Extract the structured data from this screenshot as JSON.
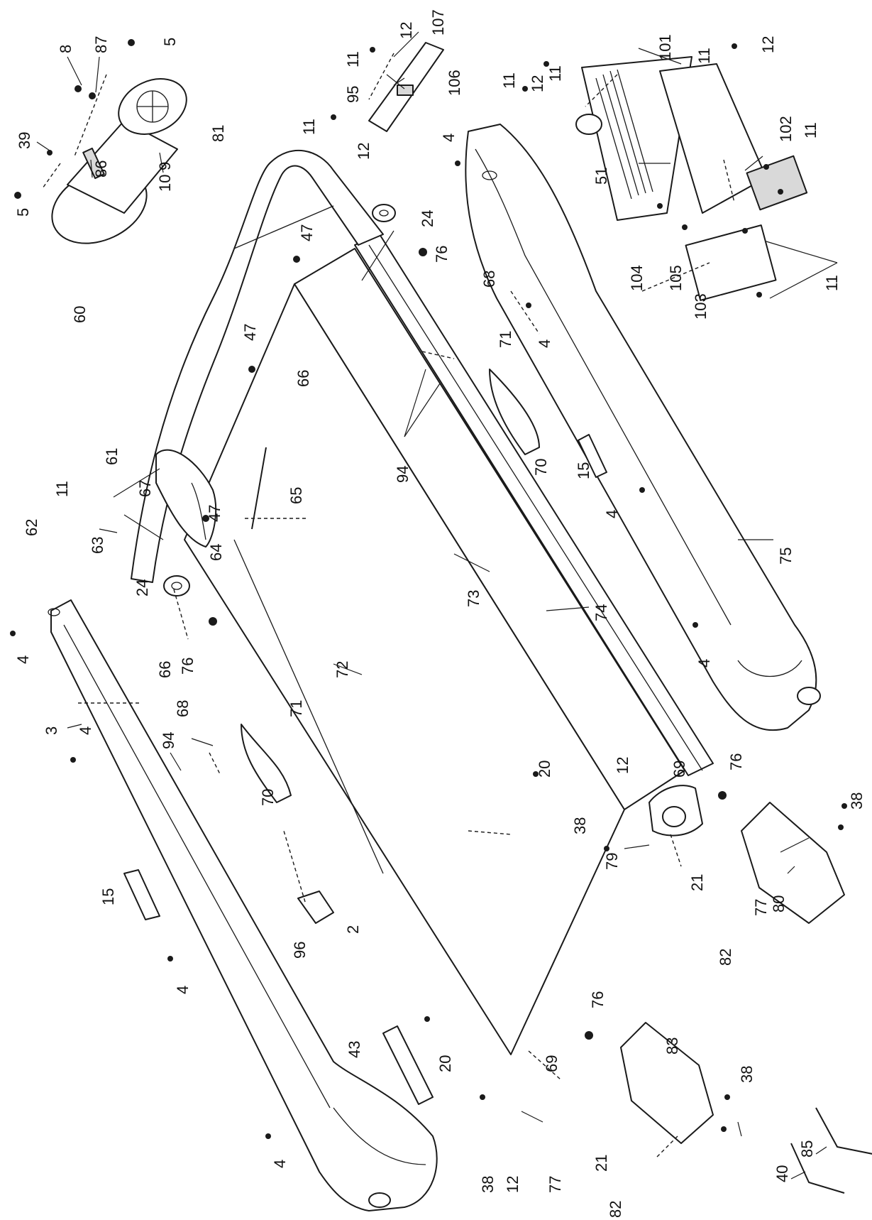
{
  "callouts": [
    {
      "id": "c5a",
      "text": "5"
    },
    {
      "id": "c5b",
      "text": "5"
    },
    {
      "id": "c8",
      "text": "8"
    },
    {
      "id": "c87",
      "text": "87"
    },
    {
      "id": "c39",
      "text": "39"
    },
    {
      "id": "c86",
      "text": "86"
    },
    {
      "id": "c9",
      "text": "9"
    },
    {
      "id": "c10",
      "text": "10"
    },
    {
      "id": "c81",
      "text": "81"
    },
    {
      "id": "c11a",
      "text": "11"
    },
    {
      "id": "c12a",
      "text": "12"
    },
    {
      "id": "c107",
      "text": "107"
    },
    {
      "id": "c95",
      "text": "95"
    },
    {
      "id": "c106",
      "text": "106"
    },
    {
      "id": "c11b",
      "text": "11"
    },
    {
      "id": "c12b",
      "text": "12"
    },
    {
      "id": "c11c",
      "text": "11"
    },
    {
      "id": "c12c",
      "text": "12"
    },
    {
      "id": "c11d",
      "text": "11"
    },
    {
      "id": "c101",
      "text": "101"
    },
    {
      "id": "c11e",
      "text": "11"
    },
    {
      "id": "c12d",
      "text": "12"
    },
    {
      "id": "c102",
      "text": "102"
    },
    {
      "id": "c11f",
      "text": "11"
    },
    {
      "id": "c51",
      "text": "51"
    },
    {
      "id": "c104",
      "text": "104"
    },
    {
      "id": "c105",
      "text": "105"
    },
    {
      "id": "c103",
      "text": "103"
    },
    {
      "id": "c11g",
      "text": "11"
    },
    {
      "id": "c4a",
      "text": "4"
    },
    {
      "id": "c4b",
      "text": "4"
    },
    {
      "id": "c4c",
      "text": "4"
    },
    {
      "id": "c4d",
      "text": "4"
    },
    {
      "id": "c4e",
      "text": "4"
    },
    {
      "id": "c4f",
      "text": "4"
    },
    {
      "id": "c4g",
      "text": "4"
    },
    {
      "id": "c4h",
      "text": "4"
    },
    {
      "id": "c24a",
      "text": "24"
    },
    {
      "id": "c24b",
      "text": "24"
    },
    {
      "id": "c76a",
      "text": "76"
    },
    {
      "id": "c76b",
      "text": "76"
    },
    {
      "id": "c76c",
      "text": "76"
    },
    {
      "id": "c76d",
      "text": "76"
    },
    {
      "id": "c68a",
      "text": "68"
    },
    {
      "id": "c68b",
      "text": "68"
    },
    {
      "id": "c71a",
      "text": "71"
    },
    {
      "id": "c71b",
      "text": "71"
    },
    {
      "id": "c47a",
      "text": "47"
    },
    {
      "id": "c47b",
      "text": "47"
    },
    {
      "id": "c47c",
      "text": "47"
    },
    {
      "id": "c60",
      "text": "60"
    },
    {
      "id": "c66a",
      "text": "66"
    },
    {
      "id": "c66b",
      "text": "66"
    },
    {
      "id": "c61",
      "text": "61"
    },
    {
      "id": "c65",
      "text": "65"
    },
    {
      "id": "c64",
      "text": "64"
    },
    {
      "id": "c67",
      "text": "67"
    },
    {
      "id": "c62",
      "text": "62"
    },
    {
      "id": "c63",
      "text": "63"
    },
    {
      "id": "c11h",
      "text": "11"
    },
    {
      "id": "c94a",
      "text": "94"
    },
    {
      "id": "c94b",
      "text": "94"
    },
    {
      "id": "c70a",
      "text": "70"
    },
    {
      "id": "c70b",
      "text": "70"
    },
    {
      "id": "c15a",
      "text": "15"
    },
    {
      "id": "c15b",
      "text": "15"
    },
    {
      "id": "c73",
      "text": "73"
    },
    {
      "id": "c74",
      "text": "74"
    },
    {
      "id": "c75",
      "text": "75"
    },
    {
      "id": "c72",
      "text": "72"
    },
    {
      "id": "c3",
      "text": "3"
    },
    {
      "id": "c20a",
      "text": "20"
    },
    {
      "id": "c20b",
      "text": "20"
    },
    {
      "id": "c12e",
      "text": "12"
    },
    {
      "id": "c12f",
      "text": "12"
    },
    {
      "id": "c69a",
      "text": "69"
    },
    {
      "id": "c69b",
      "text": "69"
    },
    {
      "id": "c38a",
      "text": "38"
    },
    {
      "id": "c38b",
      "text": "38"
    },
    {
      "id": "c38c",
      "text": "38"
    },
    {
      "id": "c38d",
      "text": "38"
    },
    {
      "id": "c79",
      "text": "79"
    },
    {
      "id": "c80",
      "text": "80"
    },
    {
      "id": "c21a",
      "text": "21"
    },
    {
      "id": "c21b",
      "text": "21"
    },
    {
      "id": "c77a",
      "text": "77"
    },
    {
      "id": "c77b",
      "text": "77"
    },
    {
      "id": "c82a",
      "text": "82"
    },
    {
      "id": "c82b",
      "text": "82"
    },
    {
      "id": "c96",
      "text": "96"
    },
    {
      "id": "c2",
      "text": "2"
    },
    {
      "id": "c43",
      "text": "43"
    },
    {
      "id": "c83",
      "text": "83"
    },
    {
      "id": "c85",
      "text": "85"
    },
    {
      "id": "c40",
      "text": "40"
    }
  ]
}
